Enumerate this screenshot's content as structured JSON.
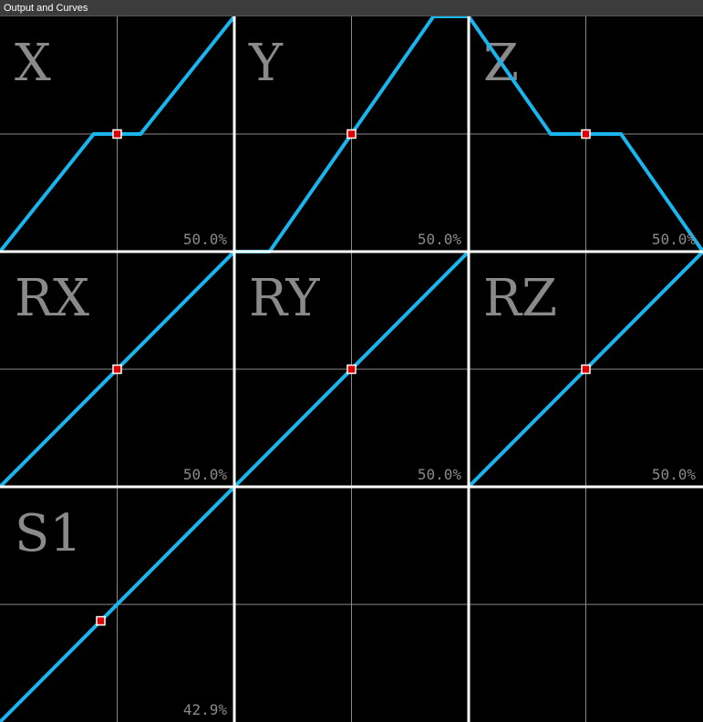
{
  "window": {
    "title": "Output and Curves"
  },
  "colors": {
    "curve": "#19b5ef",
    "marker": "#dd0000",
    "marker_border": "#ffffff",
    "grid": "#8a8a8a",
    "divider": "#ffffff",
    "label": "#8a8a8a",
    "percent": "#8a8a8a"
  },
  "panels": [
    {
      "label": "X",
      "percent": "50.0%",
      "curve": [
        [
          0,
          0
        ],
        [
          0.4,
          0.5
        ],
        [
          0.6,
          0.5
        ],
        [
          1,
          1
        ]
      ],
      "marker": [
        0.5,
        0.5
      ]
    },
    {
      "label": "Y",
      "percent": "50.0%",
      "curve": [
        [
          0,
          0
        ],
        [
          0.15,
          0
        ],
        [
          0.85,
          1
        ],
        [
          1,
          1
        ]
      ],
      "marker": [
        0.5,
        0.5
      ]
    },
    {
      "label": "Z",
      "percent": "50.0%",
      "curve": [
        [
          0,
          1
        ],
        [
          0.35,
          0.5
        ],
        [
          0.65,
          0.5
        ],
        [
          1,
          0
        ]
      ],
      "marker": [
        0.5,
        0.5
      ]
    },
    {
      "label": "RX",
      "percent": "50.0%",
      "curve": [
        [
          0,
          0
        ],
        [
          1,
          1
        ]
      ],
      "marker": [
        0.5,
        0.5
      ]
    },
    {
      "label": "RY",
      "percent": "50.0%",
      "curve": [
        [
          0,
          0
        ],
        [
          1,
          1
        ]
      ],
      "marker": [
        0.5,
        0.5
      ]
    },
    {
      "label": "RZ",
      "percent": "50.0%",
      "curve": [
        [
          0,
          0
        ],
        [
          1,
          1
        ]
      ],
      "marker": [
        0.5,
        0.5
      ]
    },
    {
      "label": "S1",
      "percent": "42.9%",
      "curve": [
        [
          0,
          0
        ],
        [
          1,
          1
        ]
      ],
      "marker": [
        0.43,
        0.43
      ]
    },
    {
      "label": "",
      "percent": "",
      "curve": [],
      "marker": null
    },
    {
      "label": "",
      "percent": "",
      "curve": [],
      "marker": null
    }
  ]
}
